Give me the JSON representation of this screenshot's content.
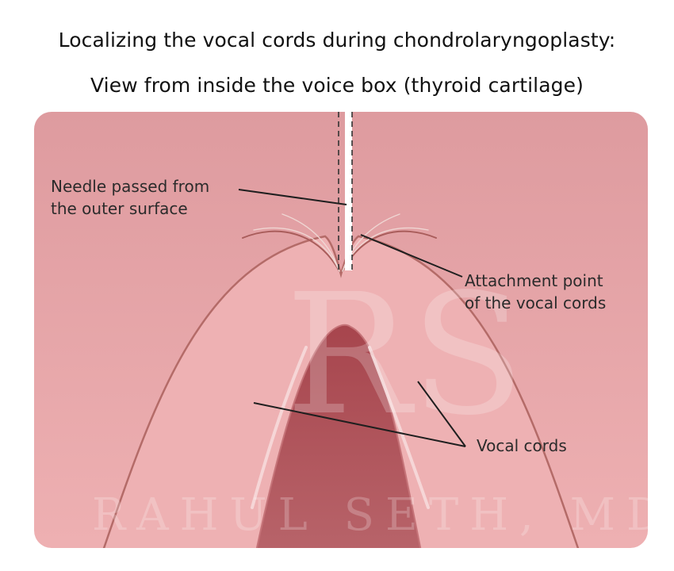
{
  "title_line1": "Localizing the vocal cords during chondrolaryngoplasty:",
  "title_line2": "View from inside the voice box (thyroid cartilage)",
  "labels": {
    "needle_line1": "Needle passed from",
    "needle_line2": "the outer surface",
    "attachment_line1": "Attachment point",
    "attachment_line2": "of the vocal cords",
    "vocal_cords": "Vocal cords"
  },
  "watermark": {
    "monogram": "RS",
    "name": "RAHUL SETH, MD"
  },
  "colors": {
    "background": "#df9da1",
    "cartilage": "#eeb1b2",
    "cartilage_edge": "#b86e6b",
    "glottis": "#b2585e",
    "glottis_deep": "#9f4149"
  },
  "icons": {
    "needle": "needle-icon"
  }
}
